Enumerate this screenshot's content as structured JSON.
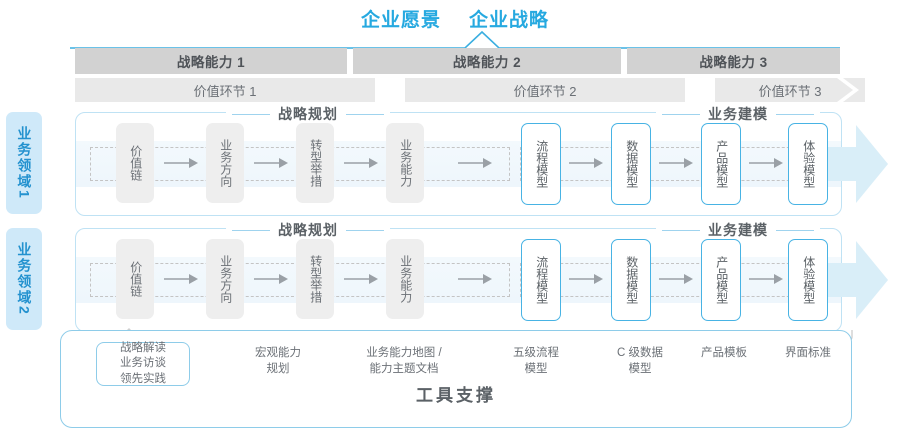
{
  "header": {
    "title_left": "企业愿景",
    "title_right": "企业战略"
  },
  "capabilities": [
    {
      "label": "战略能力 1"
    },
    {
      "label": "战略能力 2"
    },
    {
      "label": "战略能力 3"
    }
  ],
  "value_chain": [
    {
      "label": "价值环节 1"
    },
    {
      "label": "价值环节 2"
    },
    {
      "label": "价值环节 3"
    }
  ],
  "domains": [
    {
      "label": "业务领域",
      "number": "1"
    },
    {
      "label": "业务领域",
      "number": "2"
    }
  ],
  "sections": {
    "planning": "战略规划",
    "modeling": "业务建模"
  },
  "nodes": {
    "planning": [
      "价值链",
      "业务方向",
      "转型举措",
      "业务能力"
    ],
    "modeling": [
      "流程模型",
      "数据模型",
      "产品模型",
      "体验模型"
    ]
  },
  "footer": {
    "tool_support": "工具支撑",
    "notes": [
      {
        "text": "战略解读\n业务访谈\n领先实践",
        "boxed": true
      },
      {
        "text": "宏观能力\n规划",
        "boxed": false
      },
      {
        "text": "业务能力地图 /\n能力主题文档",
        "boxed": false
      },
      {
        "text": "五级流程\n模型",
        "boxed": false
      },
      {
        "text": "C 级数据\n模型",
        "boxed": false
      },
      {
        "text": "产品模板",
        "boxed": false
      },
      {
        "text": "界面标准",
        "boxed": false
      }
    ]
  },
  "colors": {
    "accent_blue": "#26A9E0",
    "node_blue_border": "#48b3e4",
    "capability_gray": "#d2d2d2",
    "value_chain_gray": "#e9e9e9",
    "text_gray": "#5b6166",
    "domain_tab_bg": "#cfe9f9"
  }
}
